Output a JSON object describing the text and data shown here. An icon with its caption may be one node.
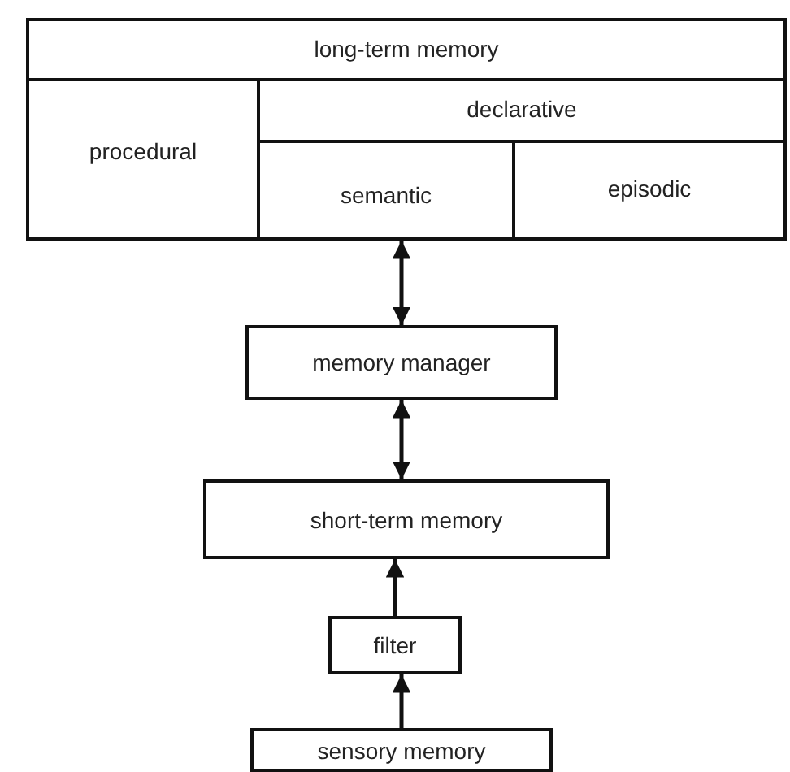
{
  "diagram": {
    "nodes": [
      {
        "text": [
          "long-term memory"
        ]
      },
      {
        "text": [
          "procedural"
        ],
        "in": 0
      },
      {
        "text": [
          "declarative"
        ],
        "in": 0
      },
      {
        "text": [
          "semantic"
        ],
        "in": 2
      },
      {
        "text": [
          "episodic"
        ],
        "in": 2
      },
      {
        "text": [
          "memory manager"
        ]
      },
      {
        "text": [
          "short-term memory"
        ]
      },
      {
        "text": [
          "filter"
        ]
      },
      {
        "text": [
          "sensory memory"
        ]
      }
    ],
    "edges": [
      {
        "from": 5,
        "to": 0,
        "arrow": "both"
      },
      {
        "from": 5,
        "to": 6,
        "arrow": "both"
      },
      {
        "from": 7,
        "to": 6,
        "arrow": "to"
      },
      {
        "from": 8,
        "to": 7,
        "arrow": "to"
      }
    ]
  }
}
